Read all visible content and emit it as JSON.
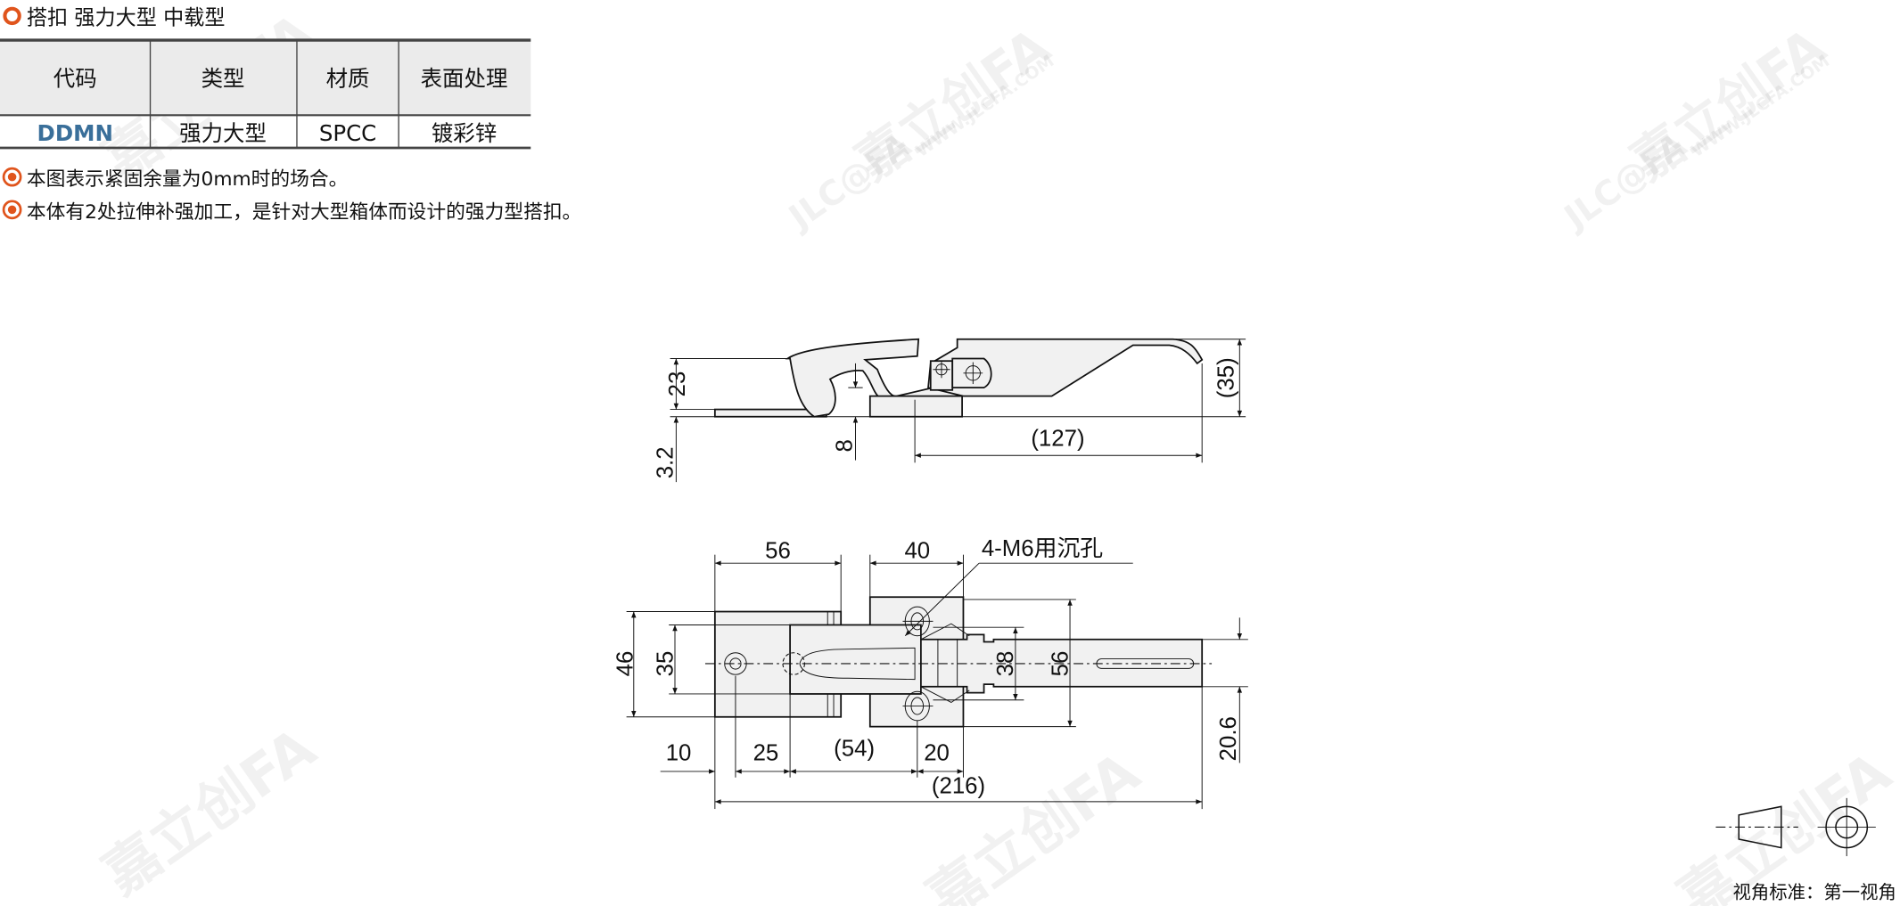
{
  "title": "搭扣 强力大型 中载型",
  "table": {
    "headers": [
      "代码",
      "类型",
      "材质",
      "表面处理"
    ],
    "row": [
      "DDMN",
      "强力大型",
      "SPCC",
      "镀彩锌"
    ]
  },
  "notes": [
    "本图表示紧固余量为0mm时的场合。",
    "本体有2处拉伸补强加工，是针对大型箱体而设计的强力型搭扣。"
  ],
  "side_view": {
    "dims": {
      "d23": "23",
      "d3_2": "3.2",
      "d8": "8",
      "d127": "(127)",
      "d35": "(35)"
    }
  },
  "top_view": {
    "callout": "4-M6用沉孔",
    "dims": {
      "d56a": "56",
      "d40": "40",
      "d46": "46",
      "d35": "35",
      "d38": "38",
      "d56b": "56",
      "d20_6": "20.6",
      "d10": "10",
      "d25": "25",
      "d54": "(54)",
      "d20": "20",
      "d216": "(216)"
    }
  },
  "projection": {
    "label": "视角标准：第一视角"
  },
  "watermark": {
    "brand": "嘉立创FA",
    "logo": "JLC@FA",
    "url": "WWW.JLCFA.COM"
  },
  "colors": {
    "accent": "#e0541c",
    "code_blue": "#3a6f9a",
    "header_bg": "#ebebeb"
  }
}
